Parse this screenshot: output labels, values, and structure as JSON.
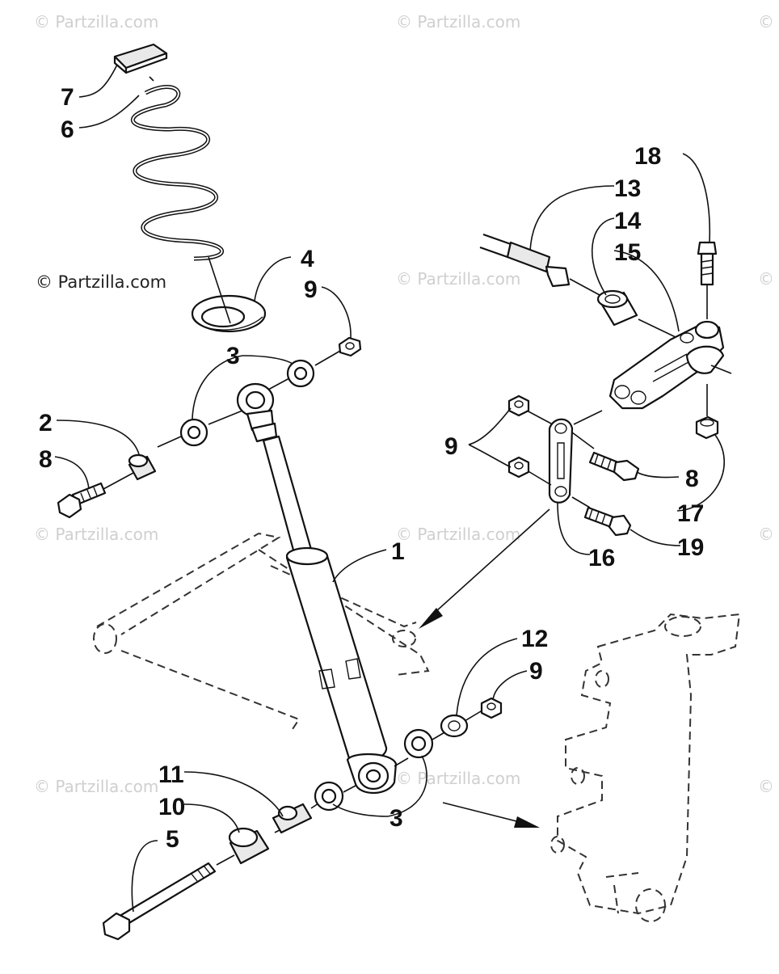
{
  "watermark": "© Partzilla.com",
  "copyright": "© Partzilla.com",
  "callouts": {
    "c1": "1",
    "c2": "2",
    "c3a": "3",
    "c3b": "3",
    "c4": "4",
    "c5": "5",
    "c6": "6",
    "c7": "7",
    "c8a": "8",
    "c8b": "8",
    "c9a": "9",
    "c9b": "9",
    "c9c": "9",
    "c10": "10",
    "c11": "11",
    "c12": "12",
    "c13": "13",
    "c14": "14",
    "c15": "15",
    "c16": "16",
    "c17": "17",
    "c18": "18",
    "c19": "19"
  }
}
